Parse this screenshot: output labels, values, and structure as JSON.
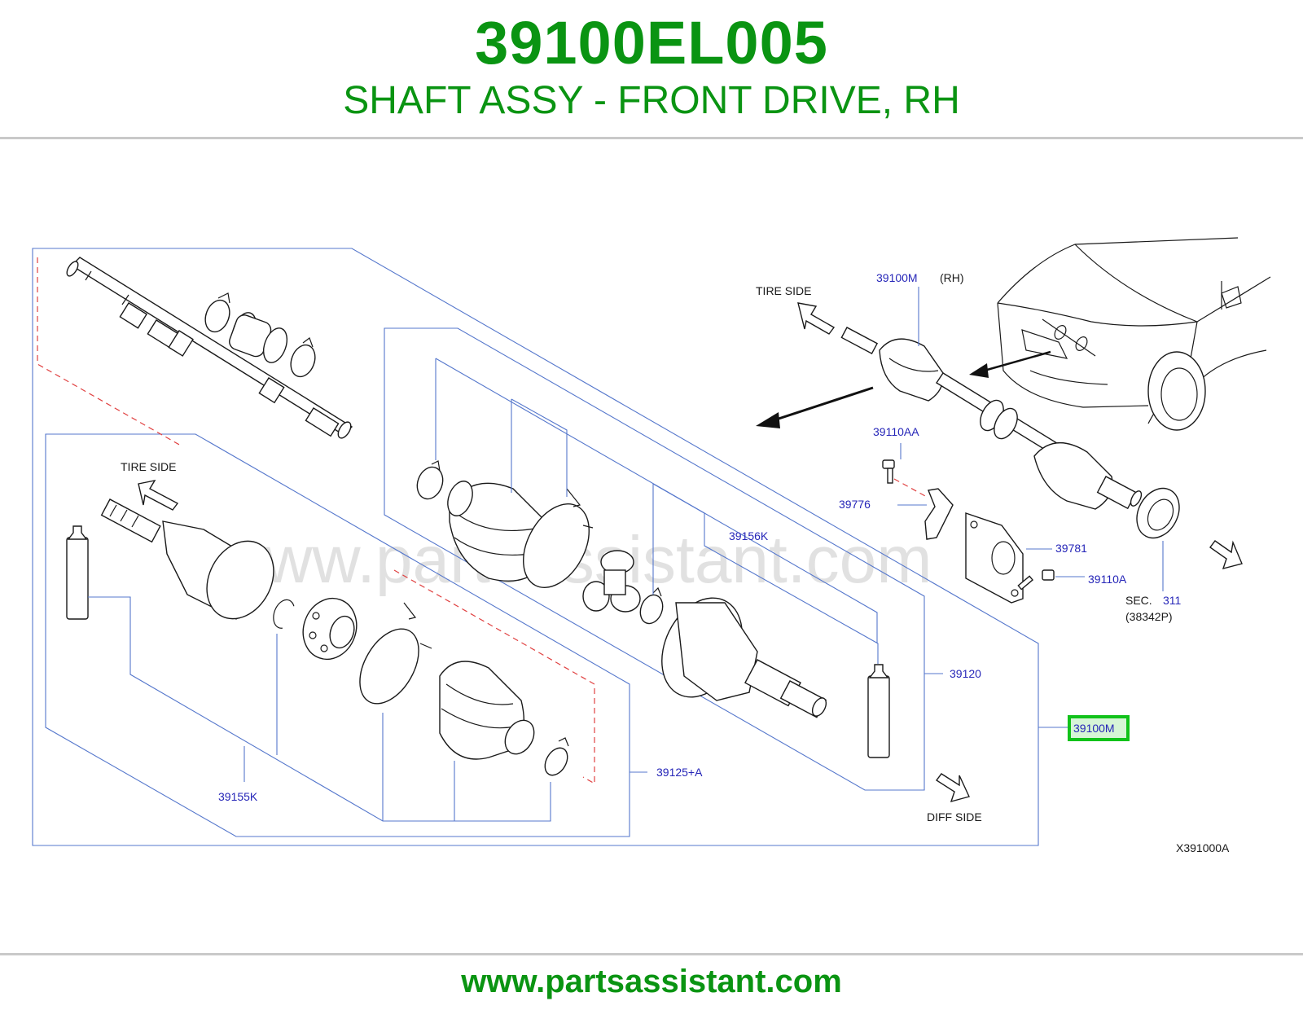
{
  "header": {
    "part_number": "39100EL005",
    "part_name": "SHAFT ASSY - FRONT DRIVE, RH"
  },
  "diagram": {
    "watermark": "www.partsassistant.com",
    "code": "X391000A",
    "labels": {
      "tire_side_left": "TIRE   SIDE",
      "tire_side_top": "TIRE   SIDE",
      "diff_side": "DIFF   SIDE",
      "rh_suffix": "(RH)",
      "sec_prefix": "SEC.",
      "sec_sub": "(38342P)"
    },
    "callouts": {
      "c39100m_top": "39100M",
      "c39110aa": "39110AA",
      "c39776": "39776",
      "c39781": "39781",
      "c39110a": "39110A",
      "c311": "311",
      "c39156k": "39156K",
      "c39120": "39120",
      "c39100m_selected": "39100M",
      "c39125a": "39125+A",
      "c39155k": "39155K"
    },
    "highlight_color": "#11c21a",
    "callout_color": "#2626b8"
  },
  "footer": {
    "url": "www.partsassistant.com"
  }
}
